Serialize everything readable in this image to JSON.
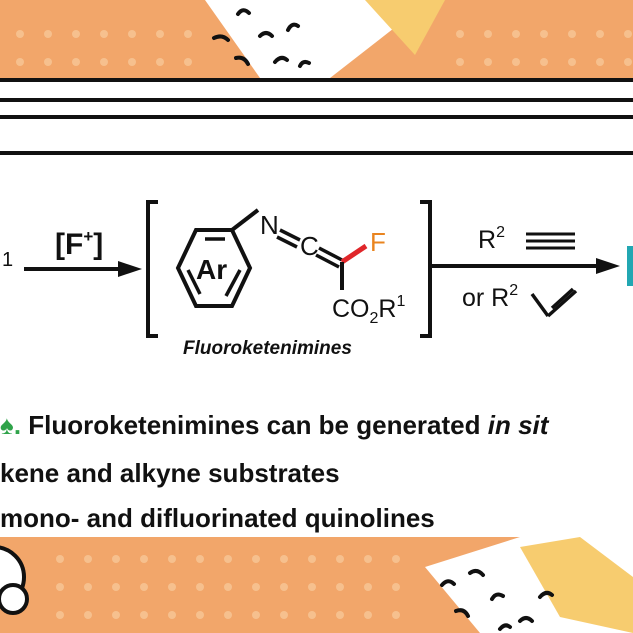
{
  "colors": {
    "band": "#f2a66a",
    "band_dots": "#f6c08e",
    "yellow_shape": "#f7cc6f",
    "fluorine_orange": "#e9841f",
    "bond_red": "#e0262a",
    "bullet_green": "#2fa34a",
    "text": "#111111"
  },
  "scheme": {
    "left_fragment": "1",
    "reagent": "[F",
    "reagent_charge": "+",
    "reagent_close": "]",
    "aryl": "Ar",
    "nitrogen": "N",
    "carbon": "C",
    "fluorine": "F",
    "ester_co": "CO",
    "ester_sub": "2",
    "ester_r": "R",
    "ester_sup": "1",
    "intermediate_name": "Fluoroketenimines",
    "alkyne_r": "R",
    "alkyne_sup": "2",
    "or_label": "or R",
    "alkene_sup": "2"
  },
  "bullets": {
    "line1_text": "Fluoroketenimines can be generated ",
    "line1_italic": "in sit",
    "line2_text": "kene and alkyne substrates",
    "line3_text": " mono- and difluorinated quinolines"
  }
}
